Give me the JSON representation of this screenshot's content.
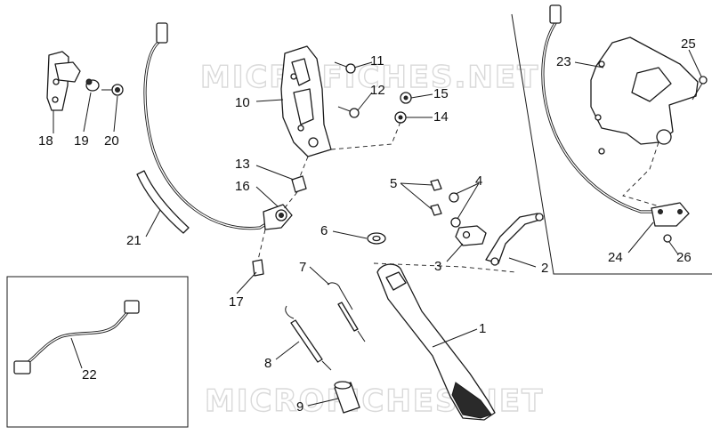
{
  "watermark": "MICROFICHES.NET",
  "callouts": {
    "n1": "1",
    "n2": "2",
    "n3": "3",
    "n4": "4",
    "n5": "5",
    "n6": "6",
    "n7": "7",
    "n8": "8",
    "n9": "9",
    "n10": "10",
    "n11": "11",
    "n12": "12",
    "n13": "13",
    "n14": "14",
    "n15": "15",
    "n16": "16",
    "n17": "17",
    "n18": "18",
    "n19": "19",
    "n20": "20",
    "n21": "21",
    "n22": "22",
    "n23": "23",
    "n24": "24",
    "n25": "25",
    "n26": "26"
  }
}
